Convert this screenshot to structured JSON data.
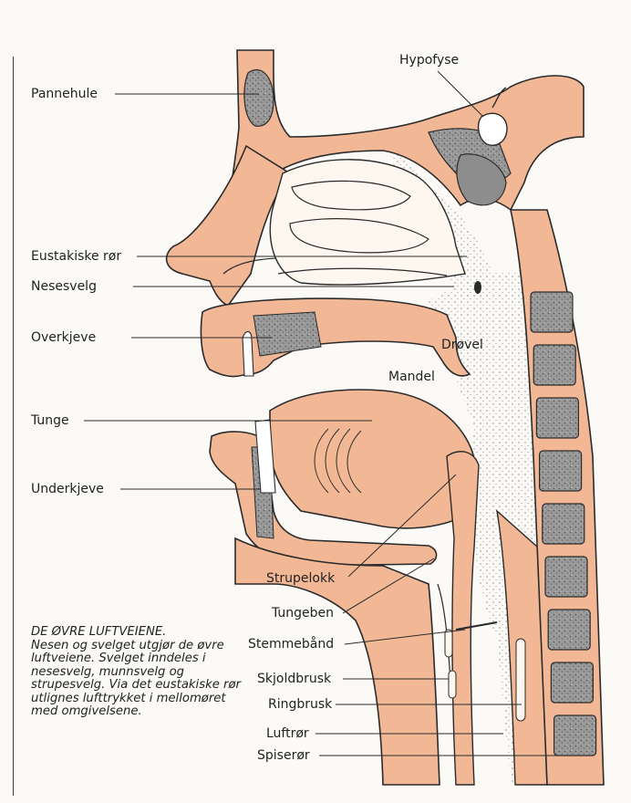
{
  "colors": {
    "tissue": "#f2b896",
    "tissue_dark": "#e59f7a",
    "bone": "#8d8d8d",
    "outline": "#2b2b2b",
    "paper": "#fbfaf7"
  },
  "labels": {
    "hypofyse": "Hypofyse",
    "pannehule": "Pannehule",
    "eustakiske_ror": "Eustakiske rør",
    "nesesvelg": "Nesesvelg",
    "overkjeve": "Overkjeve",
    "drovel": "Drøvel",
    "mandel": "Mandel",
    "tunge": "Tunge",
    "underkjeve": "Underkjeve",
    "strupelokk": "Strupelokk",
    "tungeben": "Tungeben",
    "stemmebaand": "Stemmebånd",
    "skjoldbrusk": "Skjoldbrusk",
    "ringbrusk": "Ringbrusk",
    "luftror": "Luftrør",
    "spiseror": "Spiserør"
  },
  "caption": {
    "title": "DE ØVRE LUFTVEIENE.",
    "body": "Nesen og svelget utgjør de øvre luftveiene. Svelget inndeles i nesesvelg, munnsvelg og strupesvelg. Via det eustakiske rør utlignes lufttrykket i mellomøret med omgivelsene."
  }
}
